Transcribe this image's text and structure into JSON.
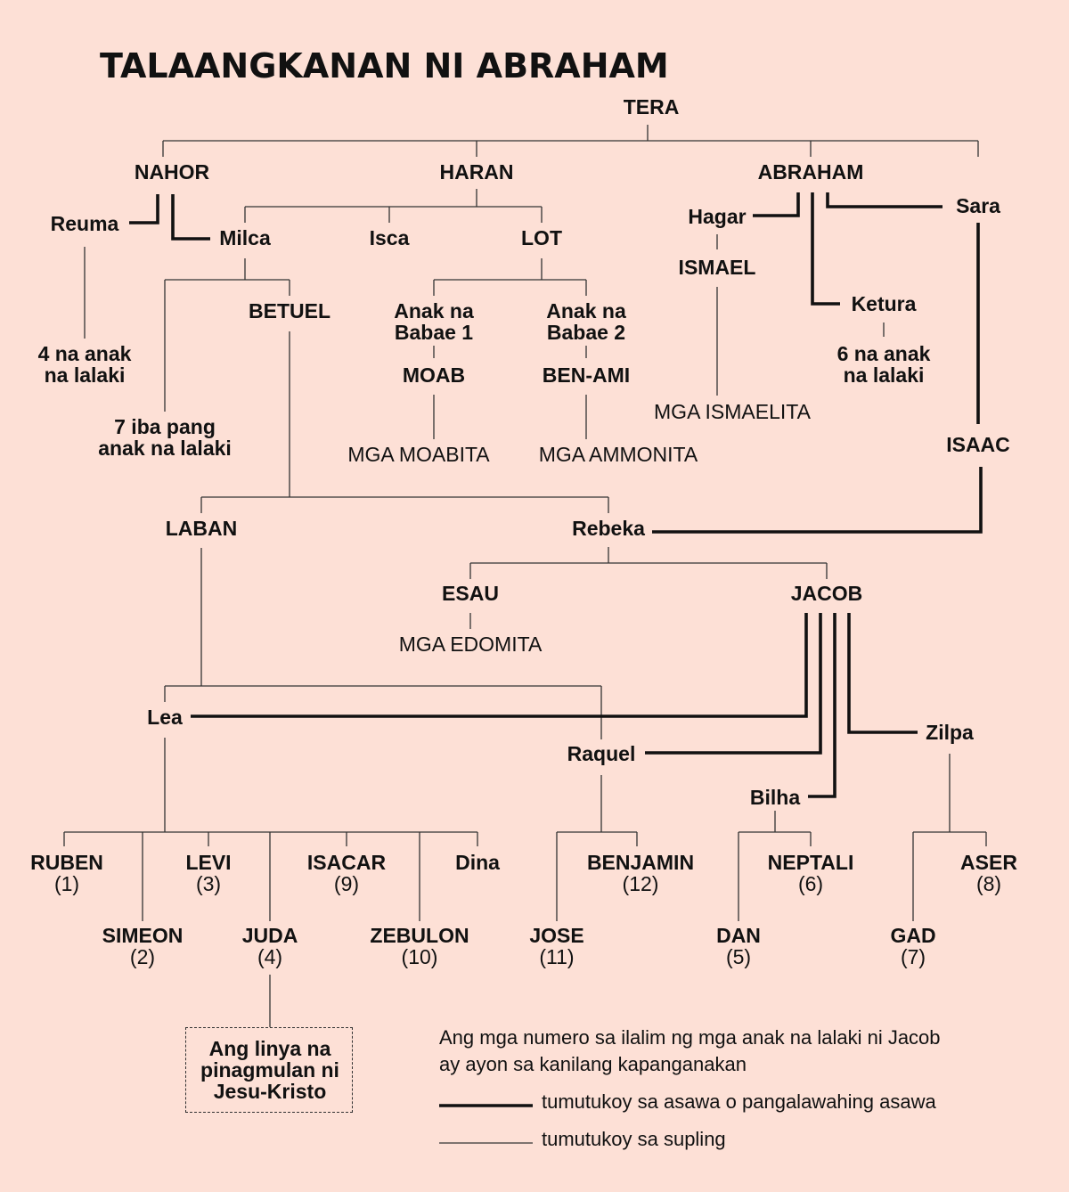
{
  "title": "TALAANGKANAN NI ABRAHAM",
  "people": {
    "tera": "TERA",
    "nahor": "NAHOR",
    "haran": "HARAN",
    "abraham": "ABRAHAM",
    "reuma": "Reuma",
    "milca": "Milca",
    "isca": "Isca",
    "lot": "LOT",
    "hagar": "Hagar",
    "sara": "Sara",
    "ismael": "ISMAEL",
    "ketura": "Ketura",
    "betuel": "BETUEL",
    "anak_babae_1": [
      "Anak na",
      "Babae 1"
    ],
    "anak_babae_2": [
      "Anak na",
      "Babae 2"
    ],
    "moab": "MOAB",
    "ben_ami": "BEN-AMI",
    "reuma_sons": [
      "4 na anak",
      "na lalaki"
    ],
    "ketura_sons": [
      "6 na anak",
      "na lalaki"
    ],
    "milca_other_sons": [
      "7 iba pang",
      "anak na lalaki"
    ],
    "isaac": "ISAAC",
    "laban": "LABAN",
    "rebeka": "Rebeka",
    "esau": "ESAU",
    "jacob": "JACOB",
    "lea": "Lea",
    "raquel": "Raquel",
    "zilpa": "Zilpa",
    "bilha": "Bilha",
    "dina": "Dina"
  },
  "peoples": {
    "ismaelita": "MGA ISMAELITA",
    "moabita": "MGA MOABITA",
    "ammonita": "MGA AMMONITA",
    "edomita": "MGA EDOMITA"
  },
  "sons_of_jacob": {
    "ruben": {
      "name": "RUBEN",
      "order": "(1)"
    },
    "simeon": {
      "name": "SIMEON",
      "order": "(2)"
    },
    "levi": {
      "name": "LEVI",
      "order": "(3)"
    },
    "juda": {
      "name": "JUDA",
      "order": "(4)"
    },
    "dan": {
      "name": "DAN",
      "order": "(5)"
    },
    "neptali": {
      "name": "NEPTALI",
      "order": "(6)"
    },
    "gad": {
      "name": "GAD",
      "order": "(7)"
    },
    "aser": {
      "name": "ASER",
      "order": "(8)"
    },
    "isacar": {
      "name": "ISACAR",
      "order": "(9)"
    },
    "zebulon": {
      "name": "ZEBULON",
      "order": "(10)"
    },
    "jose": {
      "name": "JOSE",
      "order": "(11)"
    },
    "benjamin": {
      "name": "BENJAMIN",
      "order": "(12)"
    }
  },
  "messiah_line": [
    "Ang linya na",
    "pinagmulan ni",
    "Jesu-Kristo"
  ],
  "legend": {
    "note_line1": "Ang mga numero sa ilalim ng mga anak na lalaki ni Jacob",
    "note_line2": "ay ayon sa kanilang kapanganakan",
    "spouse": "tumutukoy sa asawa o pangalawahing asawa",
    "offspring": "tumutukoy sa supling"
  },
  "colors": {
    "background": "#fde0d6",
    "ink": "#111111"
  }
}
